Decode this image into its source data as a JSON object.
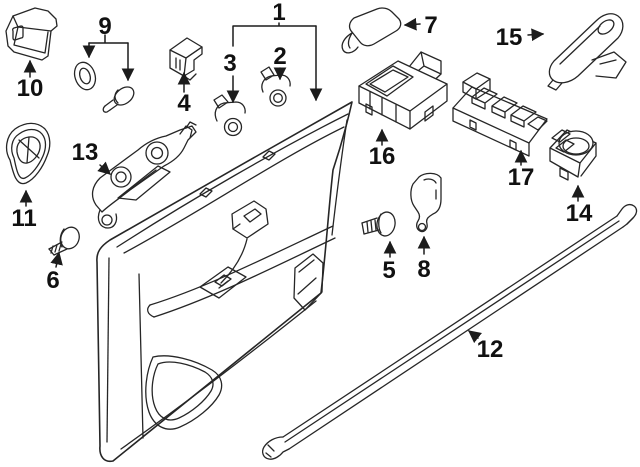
{
  "diagram": {
    "type": "exploded-parts-diagram",
    "subject": "front-door-trim-panel",
    "colors": {
      "background": "#ffffff",
      "line": "#262626",
      "label": "#111111"
    },
    "callouts": [
      {
        "label": "1"
      },
      {
        "label": "2"
      },
      {
        "label": "3"
      },
      {
        "label": "4"
      },
      {
        "label": "5"
      },
      {
        "label": "6"
      },
      {
        "label": "7"
      },
      {
        "label": "8"
      },
      {
        "label": "9"
      },
      {
        "label": "10"
      },
      {
        "label": "11"
      },
      {
        "label": "12"
      },
      {
        "label": "13"
      },
      {
        "label": "14"
      },
      {
        "label": "15"
      },
      {
        "label": "16"
      },
      {
        "label": "17"
      }
    ]
  }
}
